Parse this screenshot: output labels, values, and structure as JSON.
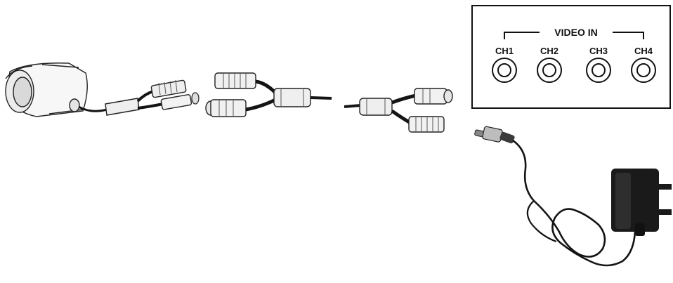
{
  "video_panel": {
    "title": "VIDEO IN",
    "channels": [
      "CH1",
      "CH2",
      "CH3",
      "CH4"
    ]
  },
  "components": {
    "camera": "bullet-camera-icon",
    "camera_cable": "camera-split-cable",
    "extension_cable": "bnc-power-extension-cable",
    "dvr_end_cable": "dvr-end-split-cable",
    "power_adapter": "power-adapter-icon"
  },
  "colors": {
    "outline": "#111111",
    "cable": "#141414",
    "adapter_body": "#1a1a1a",
    "background": "#ffffff"
  }
}
